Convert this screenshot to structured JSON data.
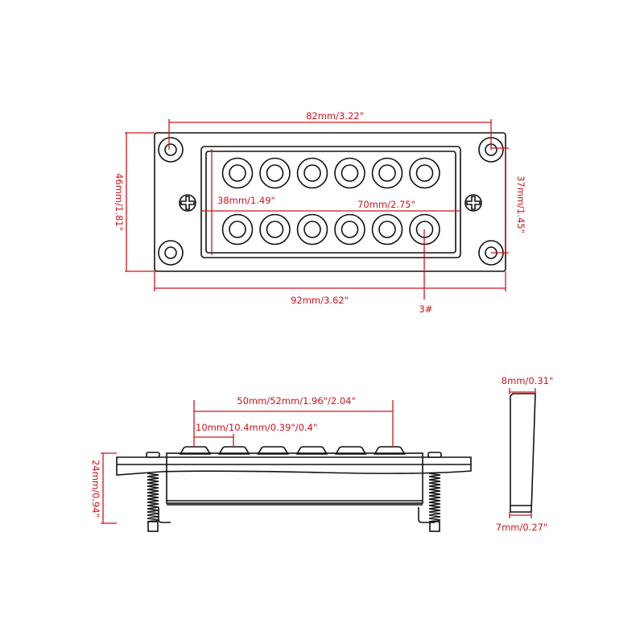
{
  "colors": {
    "dimension": "#d0141b",
    "outline": "#111111",
    "background": "#ffffff"
  },
  "top_view": {
    "width_holes": "82mm/3.22\"",
    "height_outer": "46mm/1.81\"",
    "height_holes": "37mm/1.45\"",
    "inner_height": "38mm/1.49\"",
    "inner_width": "70mm/2.75\"",
    "overall_width": "92mm/3.62\"",
    "pole_label": "3#",
    "poles_per_row": 6,
    "rows": 2
  },
  "side_view": {
    "pole_span": "50mm/52mm/1.96\"/2.04\"",
    "pole_spacing": "10mm/10.4mm/0.39\"/0.4\"",
    "height": "24mm/0.94\""
  },
  "profile_view": {
    "top_width": "8mm/0.31\"",
    "bottom_width": "7mm/0.27\""
  }
}
